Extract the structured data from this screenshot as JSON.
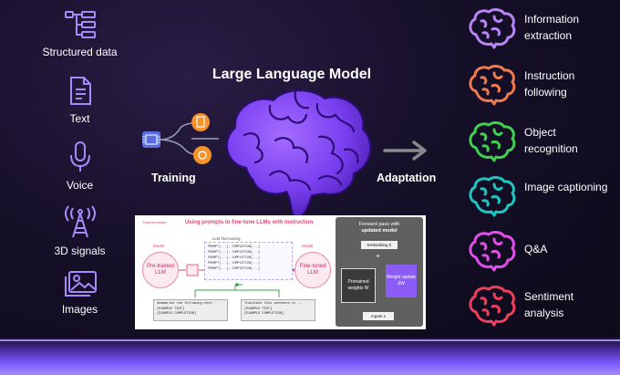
{
  "title": "Large Language Model",
  "inputs": [
    {
      "label": "Structured data",
      "icon": "flowchart-icon"
    },
    {
      "label": "Text",
      "icon": "document-icon"
    },
    {
      "label": "Voice",
      "icon": "microphone-icon"
    },
    {
      "label": "3D signals",
      "icon": "antenna-tower-icon"
    },
    {
      "label": "Images",
      "icon": "images-icon"
    }
  ],
  "training_label": "Training",
  "adaptation_label": "Adaptation",
  "tasks": [
    {
      "label": "Information extraction",
      "color": "#b884f5"
    },
    {
      "label": "Instruction following",
      "color": "#f07a4e"
    },
    {
      "label": "Object recognition",
      "color": "#3fd14d"
    },
    {
      "label": "Image captioning",
      "color": "#1cc7c2"
    },
    {
      "label": "Q&A",
      "color": "#e14fe8"
    },
    {
      "label": "Sentiment analysis",
      "color": "#ef3f5a"
    }
  ],
  "finetune_panel": {
    "title": "Using prompts to fine-tune LLMs with instruction",
    "brand": "SuperAnnotate",
    "model_label": "Model",
    "pretrained_label": "Pre-trained LLM",
    "finetuned_label": "Fine-tuned LLM",
    "llm_finetuning_label": "LLM fine-tuning",
    "prompt_rows": [
      "PROMPT[...], COMPLETION[...]",
      "PROMPT[...], COMPLETION[...]",
      "PROMPT[...], COMPLETION[...]",
      "PROMPT[...], COMPLETION[...]",
      "PROMPT[...], COMPLETION[...]"
    ],
    "example_left": [
      "Summarize the following text:",
      "[EXAMPLE TEXT]",
      "[EXAMPLE COMPLETION]"
    ],
    "example_right": [
      "Translate this sentence to ...",
      "[EXAMPLE TEXT]",
      "[EXAMPLE COMPLETION]"
    ]
  },
  "forward_pass": {
    "title_line1": "Forward pass with",
    "title_line2": "updated model",
    "embedding_label": "Embedding h",
    "plus": "+",
    "pretrained_weights": "Pretrained weights W",
    "weight_update": "Weight update ΔW",
    "inputs_label": "Inputs x"
  },
  "colors": {
    "brain_main": "#7a3ff0",
    "arrow": "#8a8a8a",
    "orange_node": "#f5922a",
    "blue_node": "#5b6de0",
    "accent_glow": "#7b5cff"
  }
}
